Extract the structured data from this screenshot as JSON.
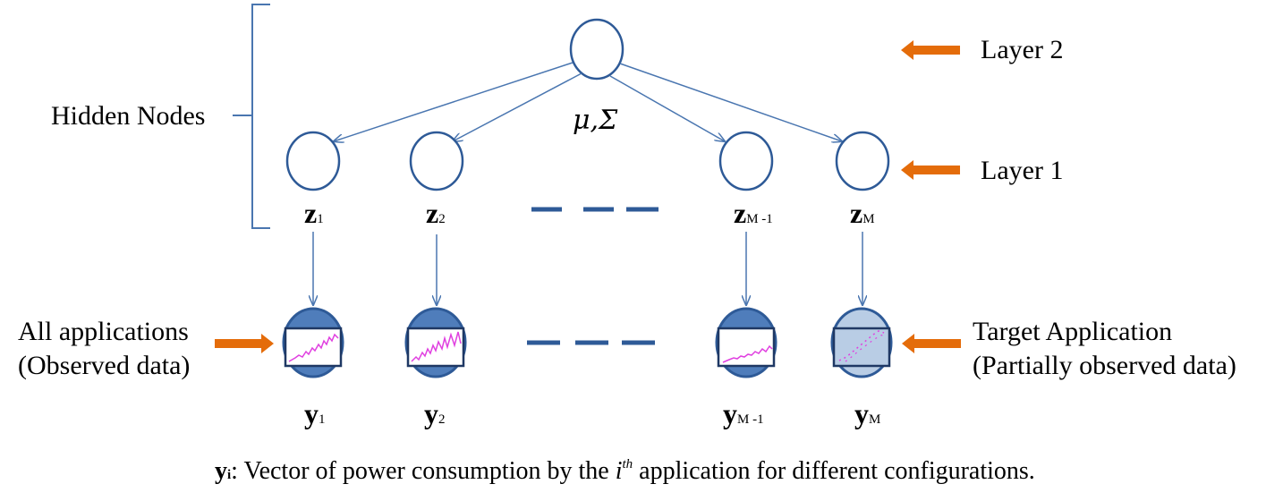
{
  "colors": {
    "node_outline": "#2E5A97",
    "edge": "#4A76B0",
    "observed_fill": "#4F7DBB",
    "partial_fill": "#B9CDE5",
    "orange_arrow": "#E46C0A",
    "plot_line": "#E040E0",
    "dash": "#2E5A97"
  },
  "labels": {
    "hidden_nodes": "Hidden Nodes",
    "layer2": "Layer 2",
    "layer1": "Layer 1",
    "top_node_params": "μ,Σ",
    "all_apps_line1": "All applications",
    "all_apps_line2": "(Observed data)",
    "target_line1": "Target Application",
    "target_line2": "(Partially observed data)"
  },
  "z_nodes": [
    {
      "main": "z",
      "sub": "1"
    },
    {
      "main": "z",
      "sub": "2"
    },
    {
      "main": "z",
      "sub": "M -1"
    },
    {
      "main": "z",
      "sub": "M"
    }
  ],
  "y_nodes": [
    {
      "main": "y",
      "sub": "1",
      "observed": "full"
    },
    {
      "main": "y",
      "sub": "2",
      "observed": "full"
    },
    {
      "main": "y",
      "sub": "M -1",
      "observed": "full"
    },
    {
      "main": "y",
      "sub": "M",
      "observed": "partial"
    }
  ],
  "caption": {
    "y_main": "y",
    "y_sub": "i",
    "part1": ": Vector of power consumption by the ",
    "i": "i",
    "th": "th",
    "part2": " application for different configurations."
  },
  "icons": {
    "layer_arrow": "left-arrow-icon",
    "input_arrow": "right-arrow-icon",
    "bracket": "left-bracket"
  }
}
